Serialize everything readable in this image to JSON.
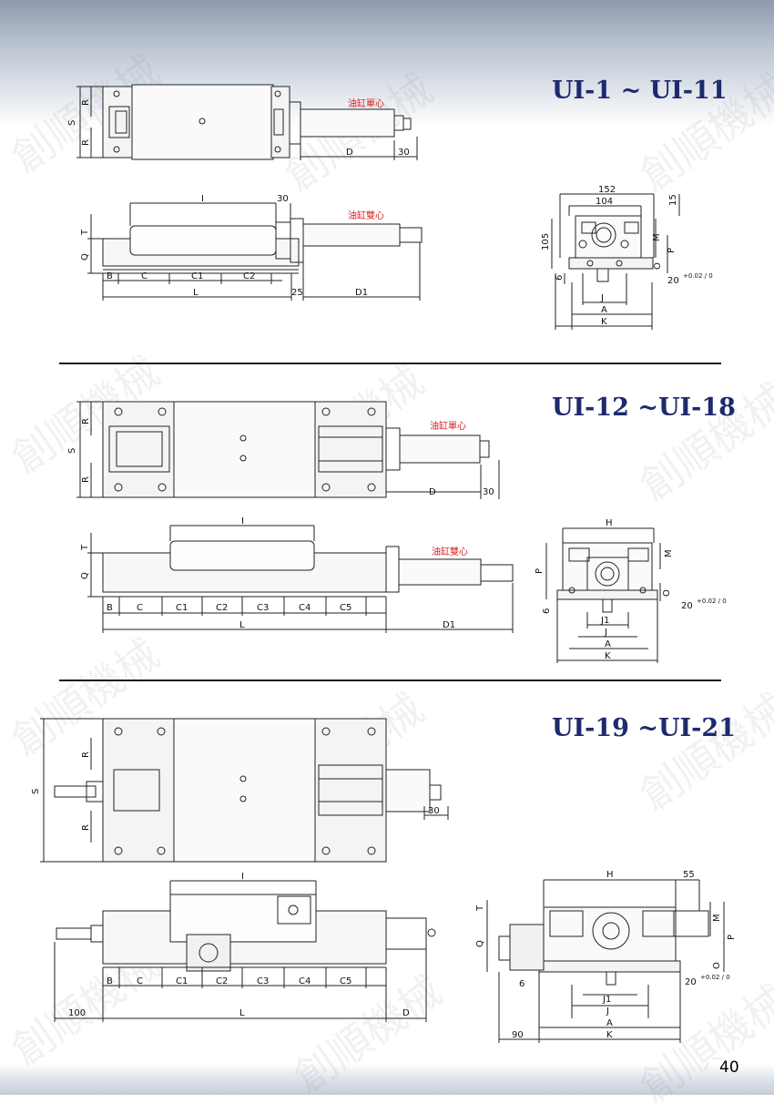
{
  "watermark": "創順機械",
  "page_number": "40",
  "sections": [
    {
      "title": "UI-1 ~ UI-11",
      "labels": {
        "single_cyl": "油缸單心",
        "double_cyl": "油缸雙心"
      },
      "top_dims": {
        "S": "S",
        "R1": "R",
        "R2": "R",
        "D": "D",
        "d30": "30"
      },
      "side_dims": {
        "I": "I",
        "d30": "30",
        "T": "T",
        "Q": "Q",
        "B": "B",
        "C": "C",
        "C1": "C1",
        "C2": "C2",
        "L": "L",
        "d25": "25",
        "D1": "D1"
      },
      "end_dims": {
        "d152": "152",
        "d104": "104",
        "d15": "15",
        "d105": "105",
        "M": "M",
        "P": "P",
        "d6": "6",
        "O": "O",
        "slot": "20",
        "tol": "+0.02 / 0",
        "J": "J",
        "A": "A",
        "K": "K"
      }
    },
    {
      "title": "UI-12 ~UI-18",
      "labels": {
        "single_cyl": "油缸單心",
        "double_cyl": "油缸雙心"
      },
      "top_dims": {
        "S": "S",
        "R1": "R",
        "R2": "R",
        "D": "D",
        "d30": "30"
      },
      "side_dims": {
        "I": "I",
        "T": "T",
        "Q": "Q",
        "B": "B",
        "C": "C",
        "C1": "C1",
        "C2": "C2",
        "C3": "C3",
        "C4": "C4",
        "C5": "C5",
        "L": "L",
        "D1": "D1"
      },
      "end_dims": {
        "H": "H",
        "M": "M",
        "P": "P",
        "d6": "6",
        "O": "O",
        "slot": "20",
        "tol": "+0.02 / 0",
        "J1": "J1",
        "J": "J",
        "A": "A",
        "K": "K"
      }
    },
    {
      "title": "UI-19 ~UI-21",
      "top_dims": {
        "S": "S",
        "R1": "R",
        "R2": "R",
        "d30": "30"
      },
      "side_dims": {
        "I": "I",
        "B": "B",
        "C": "C",
        "C1": "C1",
        "C2": "C2",
        "C3": "C3",
        "C4": "C4",
        "C5": "C5",
        "d100": "100",
        "L": "L",
        "D": "D"
      },
      "end_dims": {
        "H": "H",
        "d55": "55",
        "T": "T",
        "M": "M",
        "Q": "Q",
        "P": "P",
        "d6": "6",
        "O": "O",
        "slot": "20",
        "tol": "+0.02 / 0",
        "J1": "J1",
        "J": "J",
        "d90": "90",
        "A": "A",
        "K": "K"
      }
    }
  ]
}
